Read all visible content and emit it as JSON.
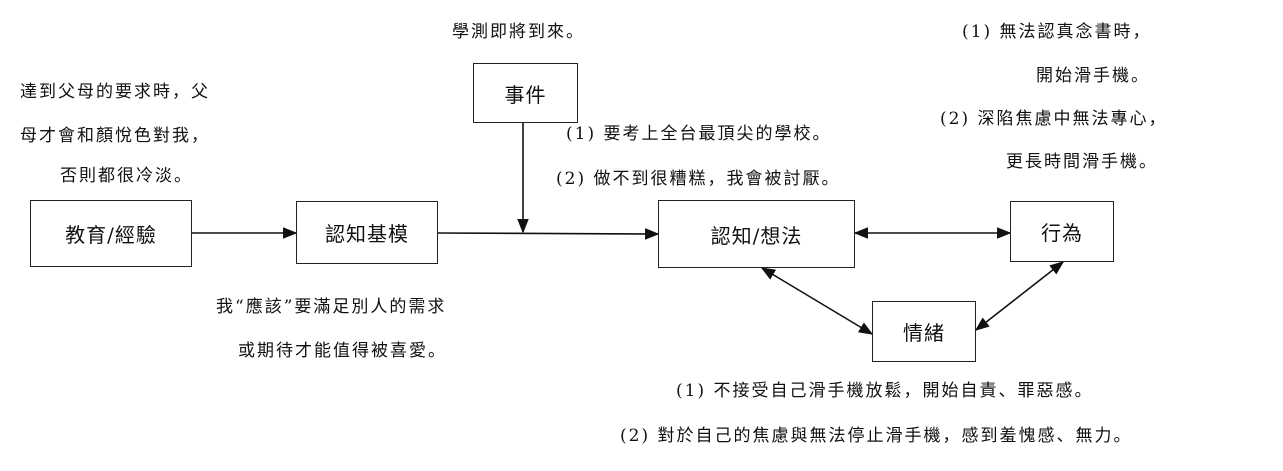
{
  "nodes": {
    "education": "教育/經驗",
    "schema": "認知基模",
    "event": "事件",
    "cognition": "認知/想法",
    "behavior": "行為",
    "emotion": "情緒"
  },
  "notes": {
    "event": "學測即將到來。",
    "parents": [
      "達到父母的要求時，父",
      "母才會和顏悅色對我，",
      "否則都很冷淡。"
    ],
    "schema": [
      "我“應該”要滿足別人的需求",
      "或期待才能值得被喜愛。"
    ],
    "cognition": [
      "(1) 要考上全台最頂尖的學校。",
      "(2) 做不到很糟糕，我會被討厭。"
    ],
    "behavior": [
      "(1) 無法認真念書時，",
      "開始滑手機。",
      "(2) 深陷焦慮中無法專心，",
      "更長時間滑手機。"
    ],
    "emotion": [
      "(1) 不接受自己滑手機放鬆，開始自責、罪惡感。",
      "(2) 對於自己的焦慮與無法停止滑手機，感到羞愧感、無力。"
    ]
  }
}
